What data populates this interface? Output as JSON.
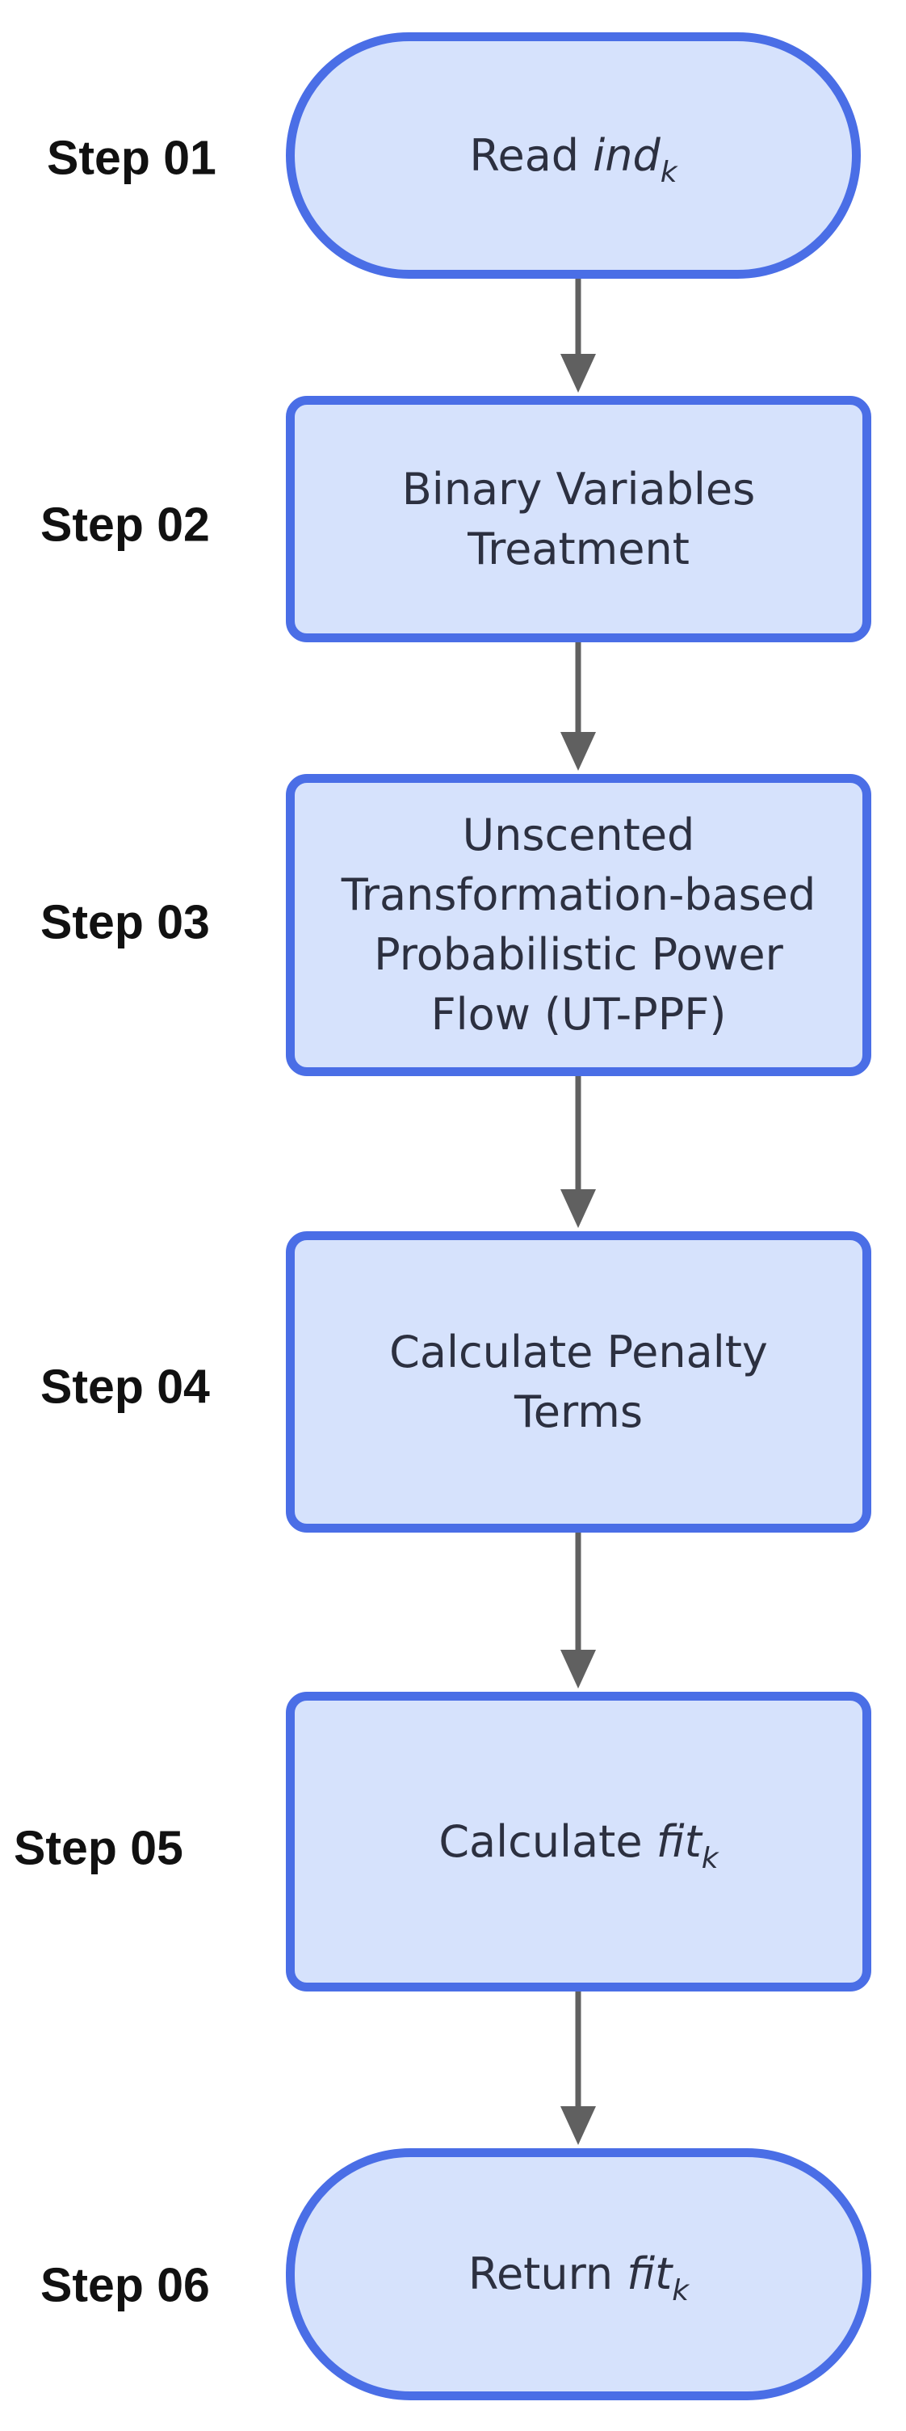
{
  "colors": {
    "node_fill": "#d6e2fc",
    "node_border": "#4a6ee6",
    "arrow": "#606060",
    "label_text": "#111111",
    "node_text": "#2c3040"
  },
  "steps": [
    {
      "label": "Step 01",
      "shape": "terminal",
      "text_main": "Read ",
      "text_italic": "ind",
      "text_sub": "k"
    },
    {
      "label": "Step 02",
      "shape": "process",
      "lines": [
        "Binary Variables",
        "Treatment"
      ]
    },
    {
      "label": "Step 03",
      "shape": "process",
      "lines": [
        "Unscented",
        "Transformation-based",
        "Probabilistic Power",
        "Flow (UT-PPF)"
      ]
    },
    {
      "label": "Step 04",
      "shape": "process",
      "lines": [
        "Calculate Penalty",
        "Terms"
      ]
    },
    {
      "label": "Step 05",
      "shape": "process",
      "text_main": "Calculate ",
      "text_italic": "fit",
      "text_sub": "k"
    },
    {
      "label": "Step 06",
      "shape": "terminal",
      "text_main": "Return ",
      "text_italic": "fit",
      "text_sub": "k"
    }
  ]
}
